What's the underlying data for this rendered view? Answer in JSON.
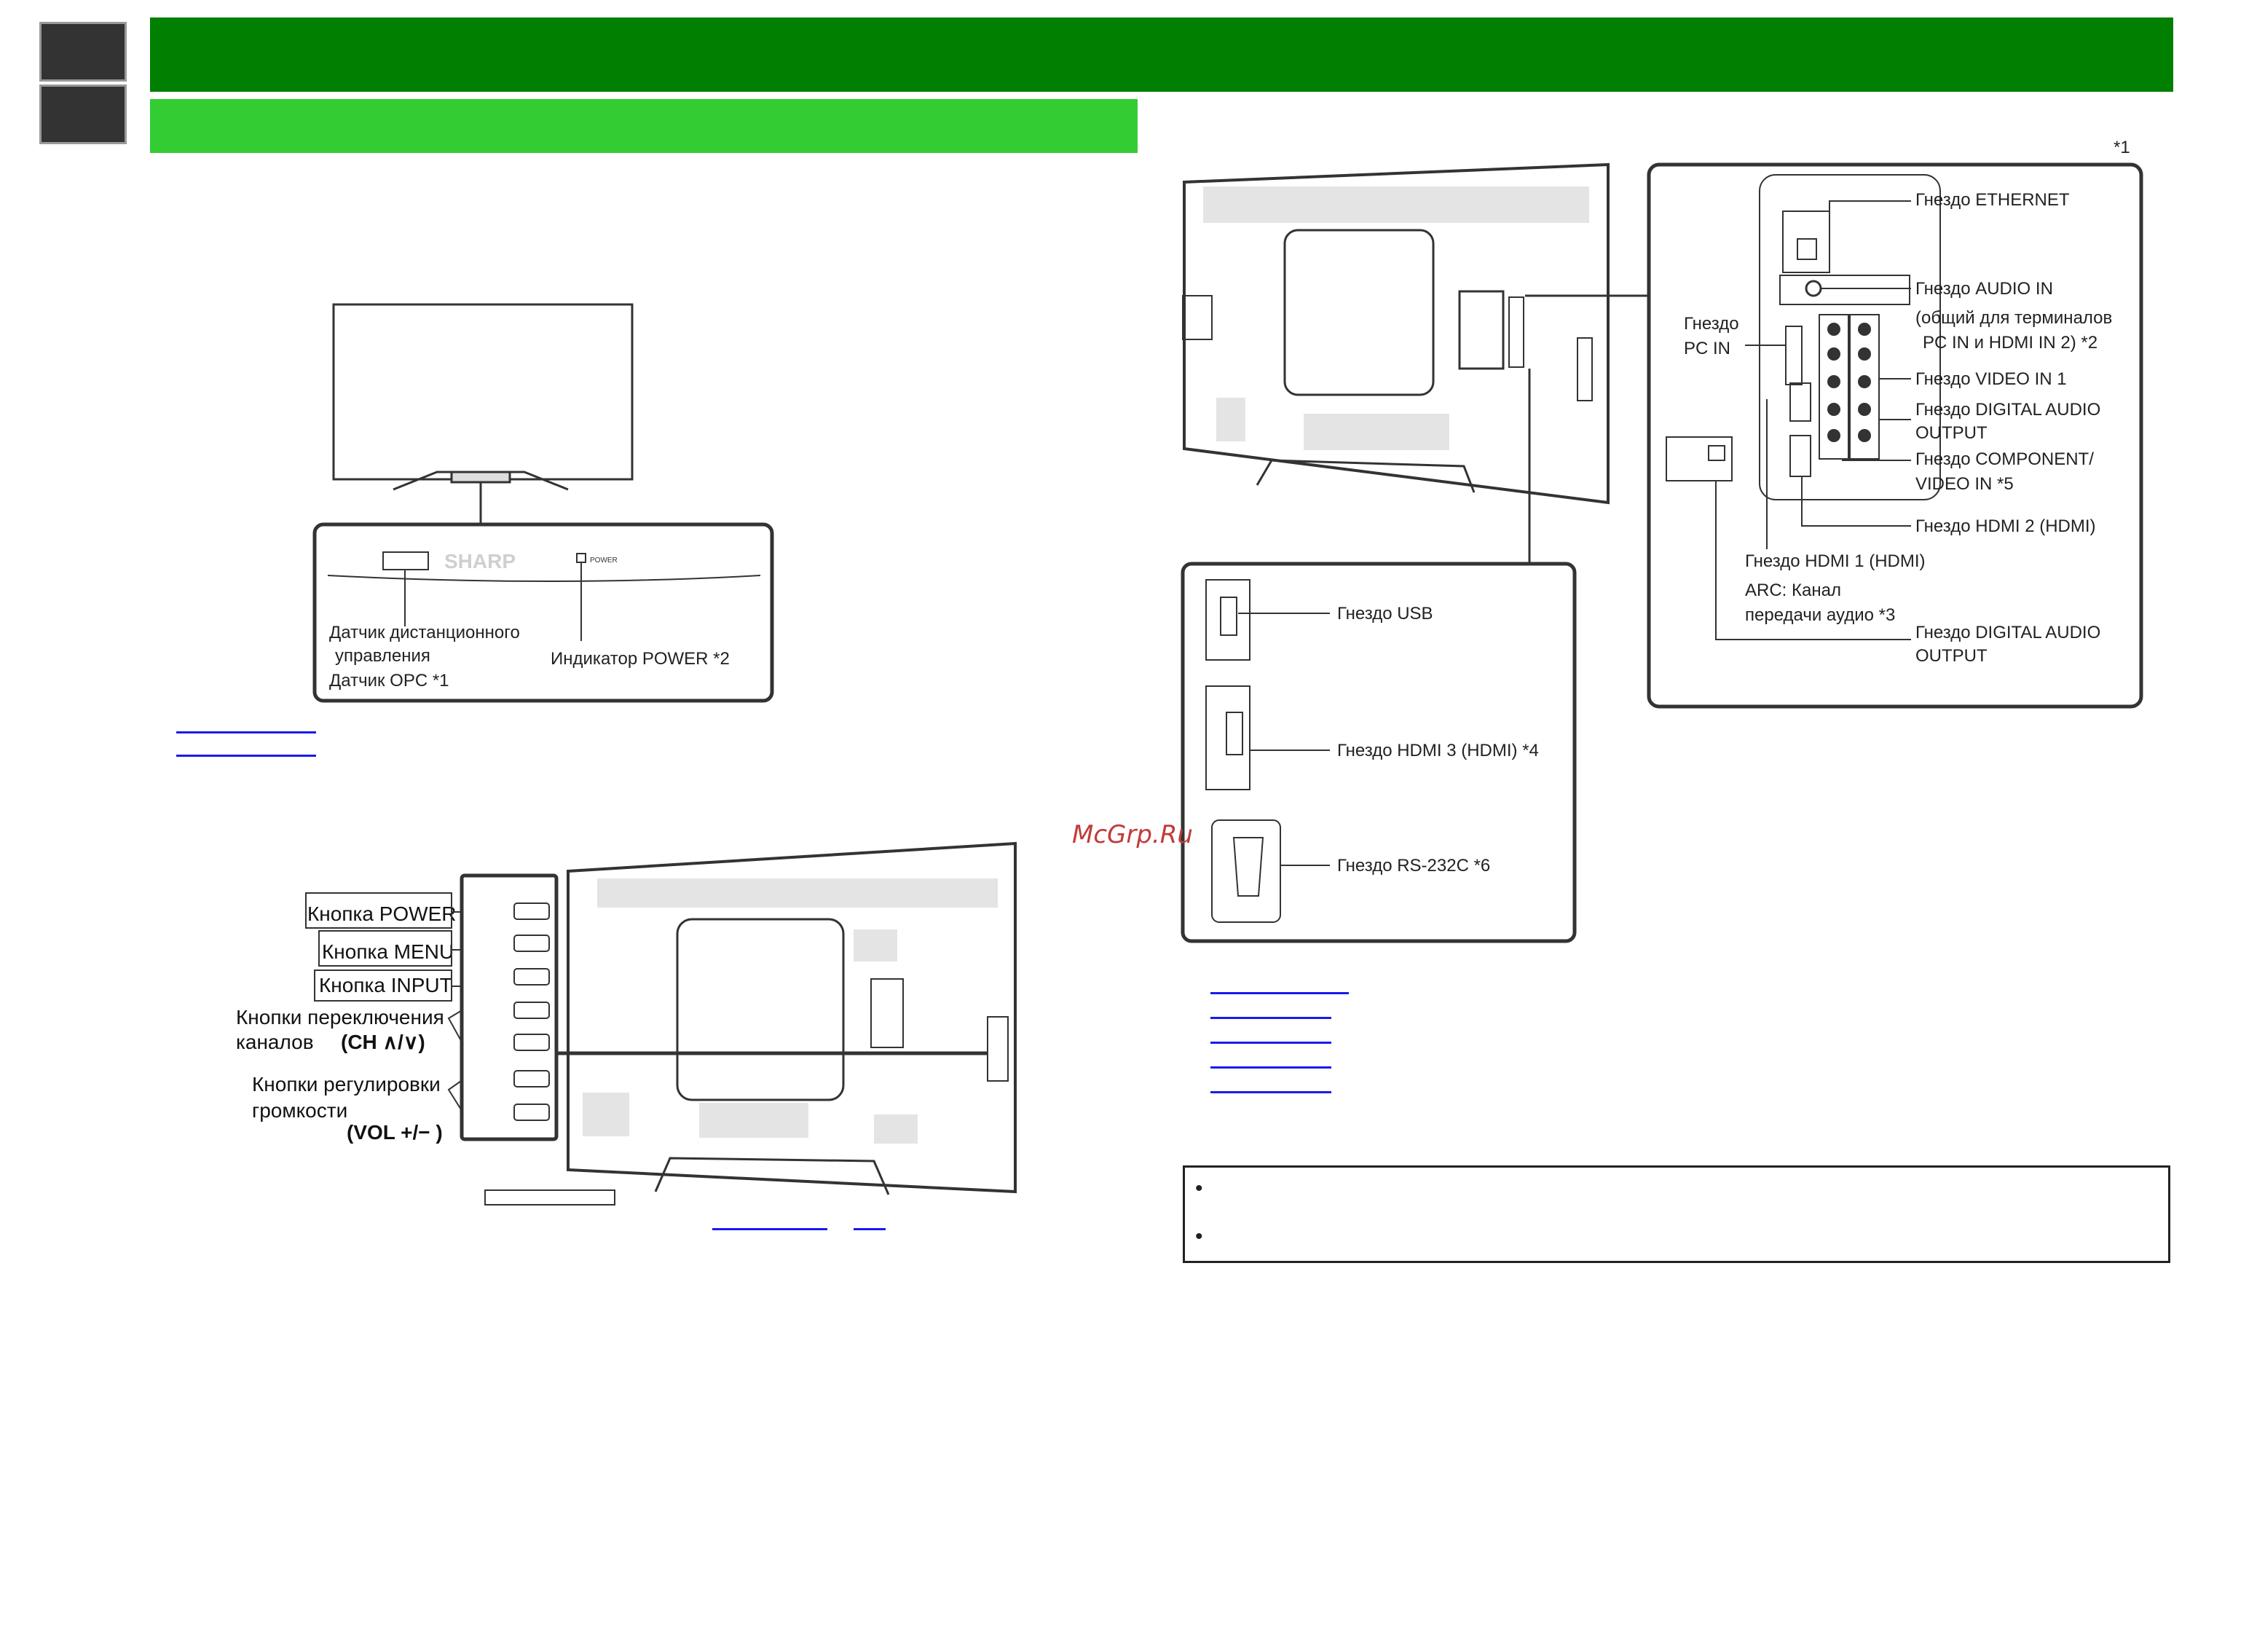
{
  "watermark": "McGrp.Ru",
  "front": {
    "brand": "SHARP",
    "power_tag": "POWER",
    "remote_sensor": "Датчик дистанционного",
    "remote_sensor_2": "управления",
    "opc_sensor": "Датчик OPC *1",
    "power_indicator": "Индикатор POWER *2"
  },
  "side_buttons": {
    "power": "Кнопка POWER",
    "menu": "Кнопка MENU",
    "input": "Кнопка INPUT",
    "channel_1": "Кнопки переключения",
    "channel_2": "каналов",
    "channel_3": "(CH ∧/∨)",
    "volume_1": "Кнопки регулировки",
    "volume_2": "громкости",
    "volume_3": "(VOL +/− )"
  },
  "rear_panel": {
    "footnote": "*1",
    "ethernet": "Гнездо ETHERNET",
    "audio_in": "Гнездо AUDIO IN",
    "audio_in_note_1": "(общий для терминалов",
    "audio_in_note_2": "PC IN и HDMI IN 2) *2",
    "pc_in_1": "Гнездо",
    "pc_in_2": "PC IN",
    "video_in_1": "Гнездо  VIDEO IN 1",
    "digital_audio_1a": "Гнездо DIGITAL AUDIO",
    "digital_audio_1b": "OUTPUT",
    "component_1": "Гнездо COMPONENT/",
    "component_2": "VIDEO IN *5",
    "hdmi2": "Гнездо HDMI 2 (HDMI)",
    "hdmi1": "Гнездо HDMI 1 (HDMI)",
    "arc_1": "ARC: Канал",
    "arc_2": "передачи аудио  *3",
    "digital_audio_2a": "Гнездо DIGITAL AUDIO",
    "digital_audio_2b": "OUTPUT"
  },
  "side_panel": {
    "usb": "Гнездо USB",
    "hdmi3": "Гнездо HDMI 3 (HDMI)  *4",
    "rs232": "Гнездо RS-232C  *6"
  }
}
